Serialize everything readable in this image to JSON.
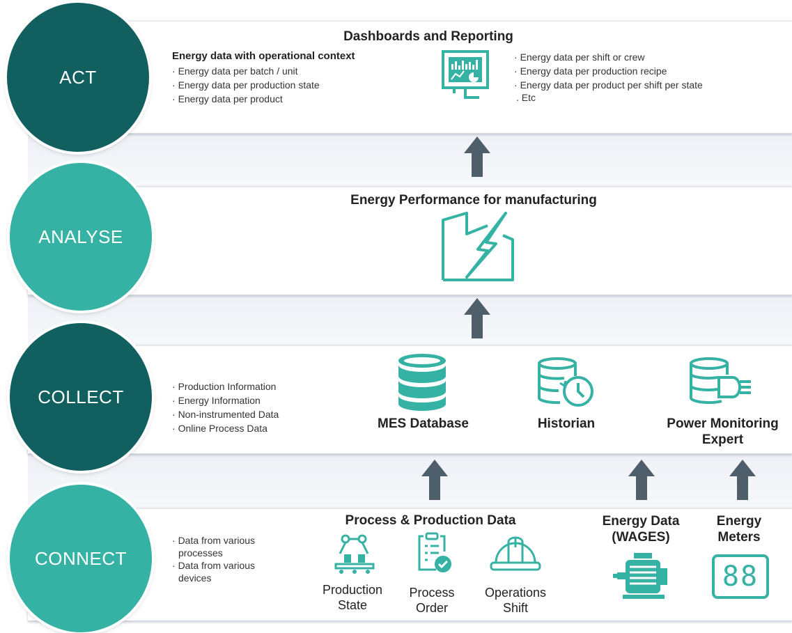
{
  "stages": {
    "act": "ACT",
    "analyse": "ANALYSE",
    "collect": "COLLECT",
    "connect": "CONNECT"
  },
  "act": {
    "title": "Dashboards and Reporting",
    "context_title": "Energy data with operational context",
    "left_items": [
      "Energy data per batch / unit",
      "Energy data per production state",
      "Energy data per product"
    ],
    "right_items": [
      "Energy data per shift or crew",
      "Energy data per production recipe",
      "Energy data per product per shift per state"
    ],
    "right_extra": ". Etc"
  },
  "analyse": {
    "title": "Energy Performance for manufacturing"
  },
  "collect": {
    "items": [
      "Production Information",
      "Energy Information",
      "Non-instrumented Data",
      "Online Process Data"
    ],
    "mes": "MES Database",
    "historian": "Historian",
    "pme_line1": "Power Monitoring",
    "pme_line2": "Expert"
  },
  "connect": {
    "items_1a": "Data from various",
    "items_1b": "processes",
    "items_2a": "Data from various",
    "items_2b": "devices",
    "process_title": "Process & Production Data",
    "prod_state_1": "Production",
    "prod_state_2": "State",
    "proc_order_1": "Process",
    "proc_order_2": "Order",
    "ops_shift_1": "Operations",
    "ops_shift_2": "Shift",
    "energy_data_1": "Energy Data",
    "energy_data_2": "(WAGES)",
    "meters_1": "Energy",
    "meters_2": "Meters",
    "meter_display": "88"
  },
  "colors": {
    "dark_teal": "#11605f",
    "light_teal": "#35b2a3",
    "arrow": "#4e5f6b"
  }
}
